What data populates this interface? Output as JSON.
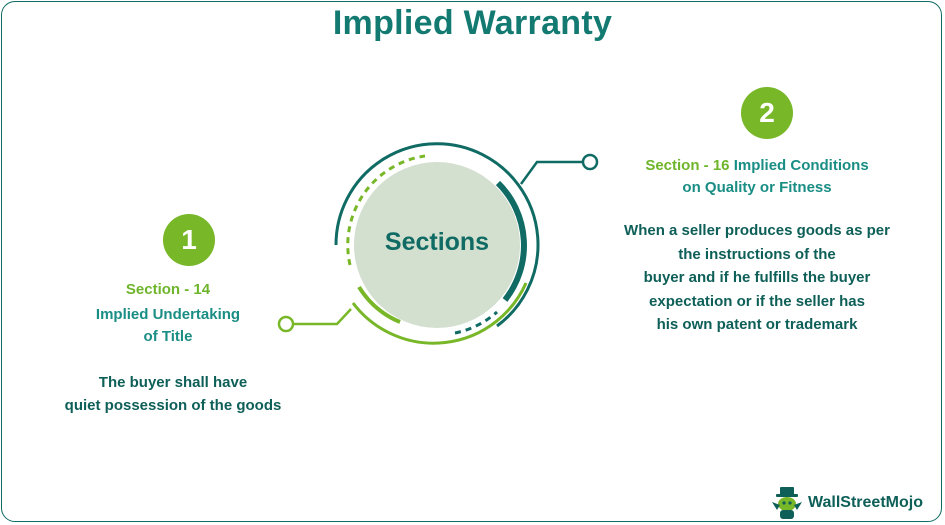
{
  "title": "Implied Warranty",
  "center": {
    "label": "Sections"
  },
  "items": [
    {
      "number": "1",
      "section": "Section - 14",
      "heading_lines": [
        "Implied Undertaking",
        "of Title"
      ],
      "description_lines": [
        "The buyer shall have",
        "quiet possession of the goods"
      ]
    },
    {
      "number": "2",
      "section": "Section - 16",
      "heading_lines": [
        "Implied Conditions",
        "on Quality or Fitness"
      ],
      "description_lines": [
        "When a seller produces goods as per",
        "the instructions of the",
        "buyer and if he fulfills the buyer",
        "expectation or if the seller has",
        "his own patent or trademark"
      ]
    }
  ],
  "logo": {
    "text": "WallStreetMojo",
    "icon": "mascot-icon"
  },
  "colors": {
    "teal": "#0f6b63",
    "green": "#78b728",
    "center_fill": "#d3dfcf"
  }
}
